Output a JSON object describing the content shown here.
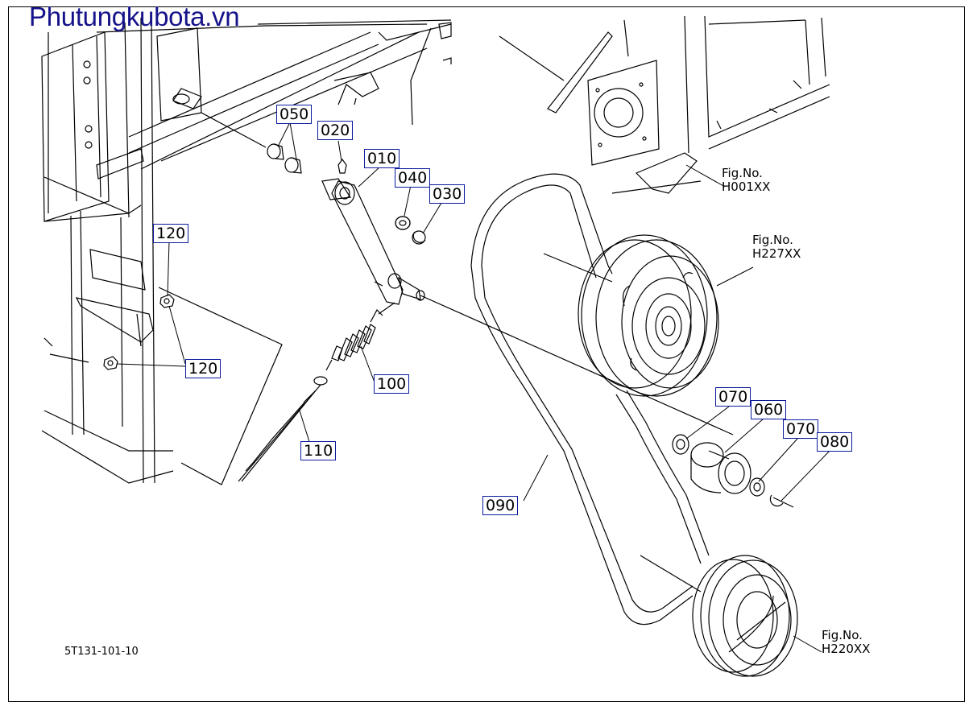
{
  "watermark": "Phutungkubota.vn",
  "drawing_number": "5T131-101-10",
  "callouts": [
    {
      "id": "050",
      "label": "050"
    },
    {
      "id": "020",
      "label": "020"
    },
    {
      "id": "010",
      "label": "010"
    },
    {
      "id": "040",
      "label": "040"
    },
    {
      "id": "030",
      "label": "030"
    },
    {
      "id": "120a",
      "label": "120"
    },
    {
      "id": "120b",
      "label": "120"
    },
    {
      "id": "100",
      "label": "100"
    },
    {
      "id": "110",
      "label": "110"
    },
    {
      "id": "090",
      "label": "090"
    },
    {
      "id": "070a",
      "label": "070"
    },
    {
      "id": "060",
      "label": "060"
    },
    {
      "id": "070b",
      "label": "070"
    },
    {
      "id": "080",
      "label": "080"
    }
  ],
  "fig_refs": [
    {
      "line1": "Fig.No.",
      "line2": "H001XX"
    },
    {
      "line1": "Fig.No.",
      "line2": "H227XX"
    },
    {
      "line1": "Fig.No.",
      "line2": "H220XX"
    }
  ]
}
